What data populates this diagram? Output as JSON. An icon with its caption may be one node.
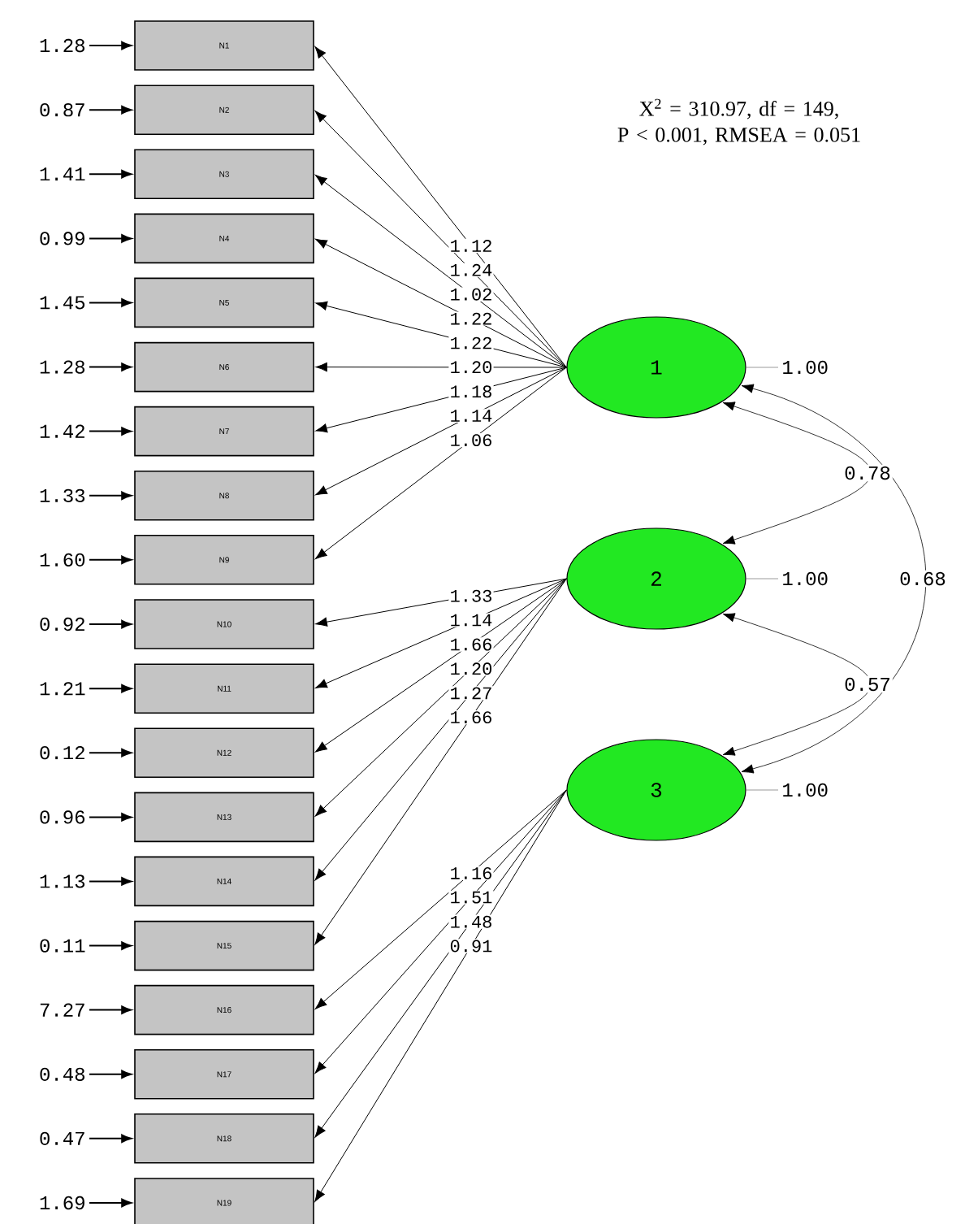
{
  "diagram": {
    "nodes": [
      {
        "text": [
          "N1"
        ]
      },
      {
        "text": [
          "N2"
        ]
      },
      {
        "text": [
          "N3"
        ]
      },
      {
        "text": [
          "N4"
        ]
      },
      {
        "text": [
          "N5"
        ]
      },
      {
        "text": [
          "N6"
        ]
      },
      {
        "text": [
          "N7"
        ]
      },
      {
        "text": [
          "N8"
        ]
      },
      {
        "text": [
          "N9"
        ]
      },
      {
        "text": [
          "N10"
        ]
      },
      {
        "text": [
          "N11"
        ]
      },
      {
        "text": [
          "N12"
        ]
      },
      {
        "text": [
          "N13"
        ]
      },
      {
        "text": [
          "N14"
        ]
      },
      {
        "text": [
          "N15"
        ]
      },
      {
        "text": [
          "N16"
        ]
      },
      {
        "text": [
          "N17"
        ]
      },
      {
        "text": [
          "N18"
        ]
      },
      {
        "text": [
          "N19"
        ]
      },
      {
        "text": [
          "1"
        ]
      },
      {
        "text": [
          "2"
        ]
      },
      {
        "text": [
          "3"
        ]
      }
    ],
    "edges": [
      {
        "from": null,
        "to": 0,
        "arrow": "to",
        "label": "1.28"
      },
      {
        "from": null,
        "to": 1,
        "arrow": "to",
        "label": "0.87"
      },
      {
        "from": null,
        "to": 2,
        "arrow": "to",
        "label": "1.41"
      },
      {
        "from": null,
        "to": 3,
        "arrow": "to",
        "label": "0.99"
      },
      {
        "from": null,
        "to": 4,
        "arrow": "to",
        "label": "1.45"
      },
      {
        "from": null,
        "to": 5,
        "arrow": "to",
        "label": "1.28"
      },
      {
        "from": null,
        "to": 6,
        "arrow": "to",
        "label": "1.42"
      },
      {
        "from": null,
        "to": 7,
        "arrow": "to",
        "label": "1.33"
      },
      {
        "from": null,
        "to": 8,
        "arrow": "to",
        "label": "1.60"
      },
      {
        "from": null,
        "to": 9,
        "arrow": "to",
        "label": "0.92"
      },
      {
        "from": null,
        "to": 10,
        "arrow": "to",
        "label": "1.21"
      },
      {
        "from": null,
        "to": 11,
        "arrow": "to",
        "label": "0.12"
      },
      {
        "from": null,
        "to": 12,
        "arrow": "to",
        "label": "0.96"
      },
      {
        "from": null,
        "to": 13,
        "arrow": "to",
        "label": "1.13"
      },
      {
        "from": null,
        "to": 14,
        "arrow": "to",
        "label": "0.11"
      },
      {
        "from": null,
        "to": 15,
        "arrow": "to",
        "label": "7.27"
      },
      {
        "from": null,
        "to": 16,
        "arrow": "to",
        "label": "0.48"
      },
      {
        "from": null,
        "to": 17,
        "arrow": "to",
        "label": "0.47"
      },
      {
        "from": null,
        "to": 18,
        "arrow": "to",
        "label": "1.69"
      },
      {
        "from": 19,
        "to": 0,
        "arrow": "to",
        "label": "1.12"
      },
      {
        "from": 19,
        "to": 1,
        "arrow": "to",
        "label": "1.24"
      },
      {
        "from": 19,
        "to": 2,
        "arrow": "to",
        "label": "1.02"
      },
      {
        "from": 19,
        "to": 3,
        "arrow": "to",
        "label": "1.22"
      },
      {
        "from": 19,
        "to": 4,
        "arrow": "to",
        "label": "1.22"
      },
      {
        "from": 19,
        "to": 5,
        "arrow": "to",
        "label": "1.20"
      },
      {
        "from": 19,
        "to": 6,
        "arrow": "to",
        "label": "1.18"
      },
      {
        "from": 19,
        "to": 7,
        "arrow": "to",
        "label": "1.14"
      },
      {
        "from": 19,
        "to": 8,
        "arrow": "to",
        "label": "1.06"
      },
      {
        "from": 20,
        "to": 9,
        "arrow": "to",
        "label": "1.33"
      },
      {
        "from": 20,
        "to": 10,
        "arrow": "to",
        "label": "1.14"
      },
      {
        "from": 20,
        "to": 11,
        "arrow": "to",
        "label": "1.66"
      },
      {
        "from": 20,
        "to": 12,
        "arrow": "to",
        "label": "1.20"
      },
      {
        "from": 20,
        "to": 13,
        "arrow": "to",
        "label": "1.27"
      },
      {
        "from": 20,
        "to": 14,
        "arrow": "to",
        "label": "1.66"
      },
      {
        "from": 21,
        "to": 15,
        "arrow": "to",
        "label": "1.16"
      },
      {
        "from": 21,
        "to": 16,
        "arrow": "to",
        "label": "1.51"
      },
      {
        "from": 21,
        "to": 17,
        "arrow": "to",
        "label": "1.48"
      },
      {
        "from": 21,
        "to": 18,
        "arrow": "to",
        "label": "0.91"
      },
      {
        "from": 19,
        "to": null,
        "arrow": "none",
        "label": "1.00",
        "color": "#808080"
      },
      {
        "from": 20,
        "to": null,
        "arrow": "none",
        "label": "1.00",
        "color": "#808080"
      },
      {
        "from": 21,
        "to": null,
        "arrow": "none",
        "label": "1.00",
        "color": "#808080"
      },
      {
        "from": 19,
        "to": 20,
        "arrow": "both",
        "label": "0.78"
      },
      {
        "from": 20,
        "to": 21,
        "arrow": "both",
        "label": "0.57"
      },
      {
        "from": 19,
        "to": 21,
        "arrow": "both",
        "label": "0.68"
      }
    ],
    "labels": [
      "X$^{2}$ = 310.97, df = 149, P < 0.001, RMSEA = 0.051"
    ]
  }
}
